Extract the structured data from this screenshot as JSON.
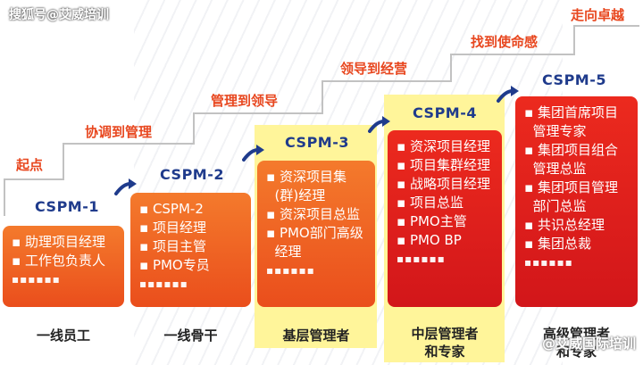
{
  "watermark_top": "搜狐号@艾威培训",
  "watermark_bottom": "@艾威国际培训",
  "steps": [
    "起点",
    "协调到管理",
    "管理到领导",
    "领导到经营",
    "找到使命感",
    "走向卓越"
  ],
  "columns": [
    {
      "code": "CSPM-1",
      "items": [
        "助理项目经理",
        "工作包负责人"
      ],
      "dots": "▪▪▪▪▪▪",
      "level": [
        "一线员工"
      ]
    },
    {
      "code": "CSPM-2",
      "items": [
        "CSPM-2",
        "项目经理",
        "项目主管",
        "PMO专员"
      ],
      "dots": "▪▪▪▪▪▪",
      "level": [
        "一线骨干"
      ]
    },
    {
      "code": "CSPM-3",
      "items": [
        "资深项目集",
        "(群)经理",
        "资深项目总监",
        "PMO部门高级",
        "经理"
      ],
      "dots": "▪▪▪▪▪▪",
      "level": [
        "基层管理者"
      ]
    },
    {
      "code": "CSPM-4",
      "items": [
        "资深项目经理",
        "项目集群经理",
        "战略项目经理",
        "项目总监",
        "PMO主管",
        "PMO BP"
      ],
      "dots": "▪▪▪▪▪▪",
      "level": [
        "中层管理者",
        "和专家"
      ]
    },
    {
      "code": "CSPM-5",
      "items": [
        "集团首席项目",
        "管理专家",
        "集团项目组合",
        "管理总监",
        "集团项目管理",
        "部门总监",
        "共识总经理",
        "集团总裁"
      ],
      "dots": "▪▪▪▪▪▪",
      "level": [
        "高级管理者",
        "和专家"
      ]
    }
  ],
  "colors": {
    "step_text": "#e8471f",
    "code_text": "#1f3b8c",
    "card_orange": "#ef6424",
    "card_red": "#e01f1c",
    "highlight": "#fff59a",
    "arrow": "#1f3b8c"
  }
}
